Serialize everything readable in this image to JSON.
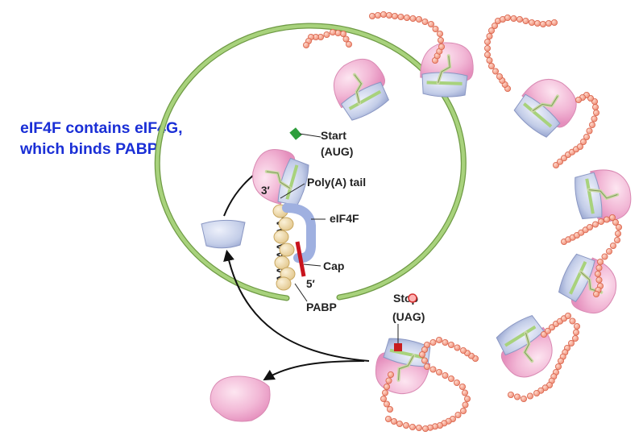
{
  "caption": {
    "line1": "eIF4F contains eIF4G,",
    "line2": "which binds PABP"
  },
  "labels": {
    "start": "Start",
    "start_codon": "(AUG)",
    "poly_a_tail": "Poly(A) tail",
    "three_prime": "3′",
    "poly_a_sequence": "AAAAAAAAAA",
    "eif4f": "eIF4F",
    "cap": "Cap",
    "five_prime": "5′",
    "pabp": "PABP",
    "stop": "Stop",
    "stop_codon": "(UAG)"
  },
  "colors": {
    "caption": "#1a2fd6",
    "mrna": "#a8d27c",
    "mrna_edge": "#6f9b45",
    "large_subunit": "#f2b8d6",
    "small_subunit": "#c3cde8",
    "peptide_bead": "#f4a08c",
    "start_codon": "#2e9e3c",
    "stop_codon": "#c81e1e",
    "pabp": "#efdba8",
    "eif4f": "#9fb0e0",
    "cap": "#c8141e"
  }
}
